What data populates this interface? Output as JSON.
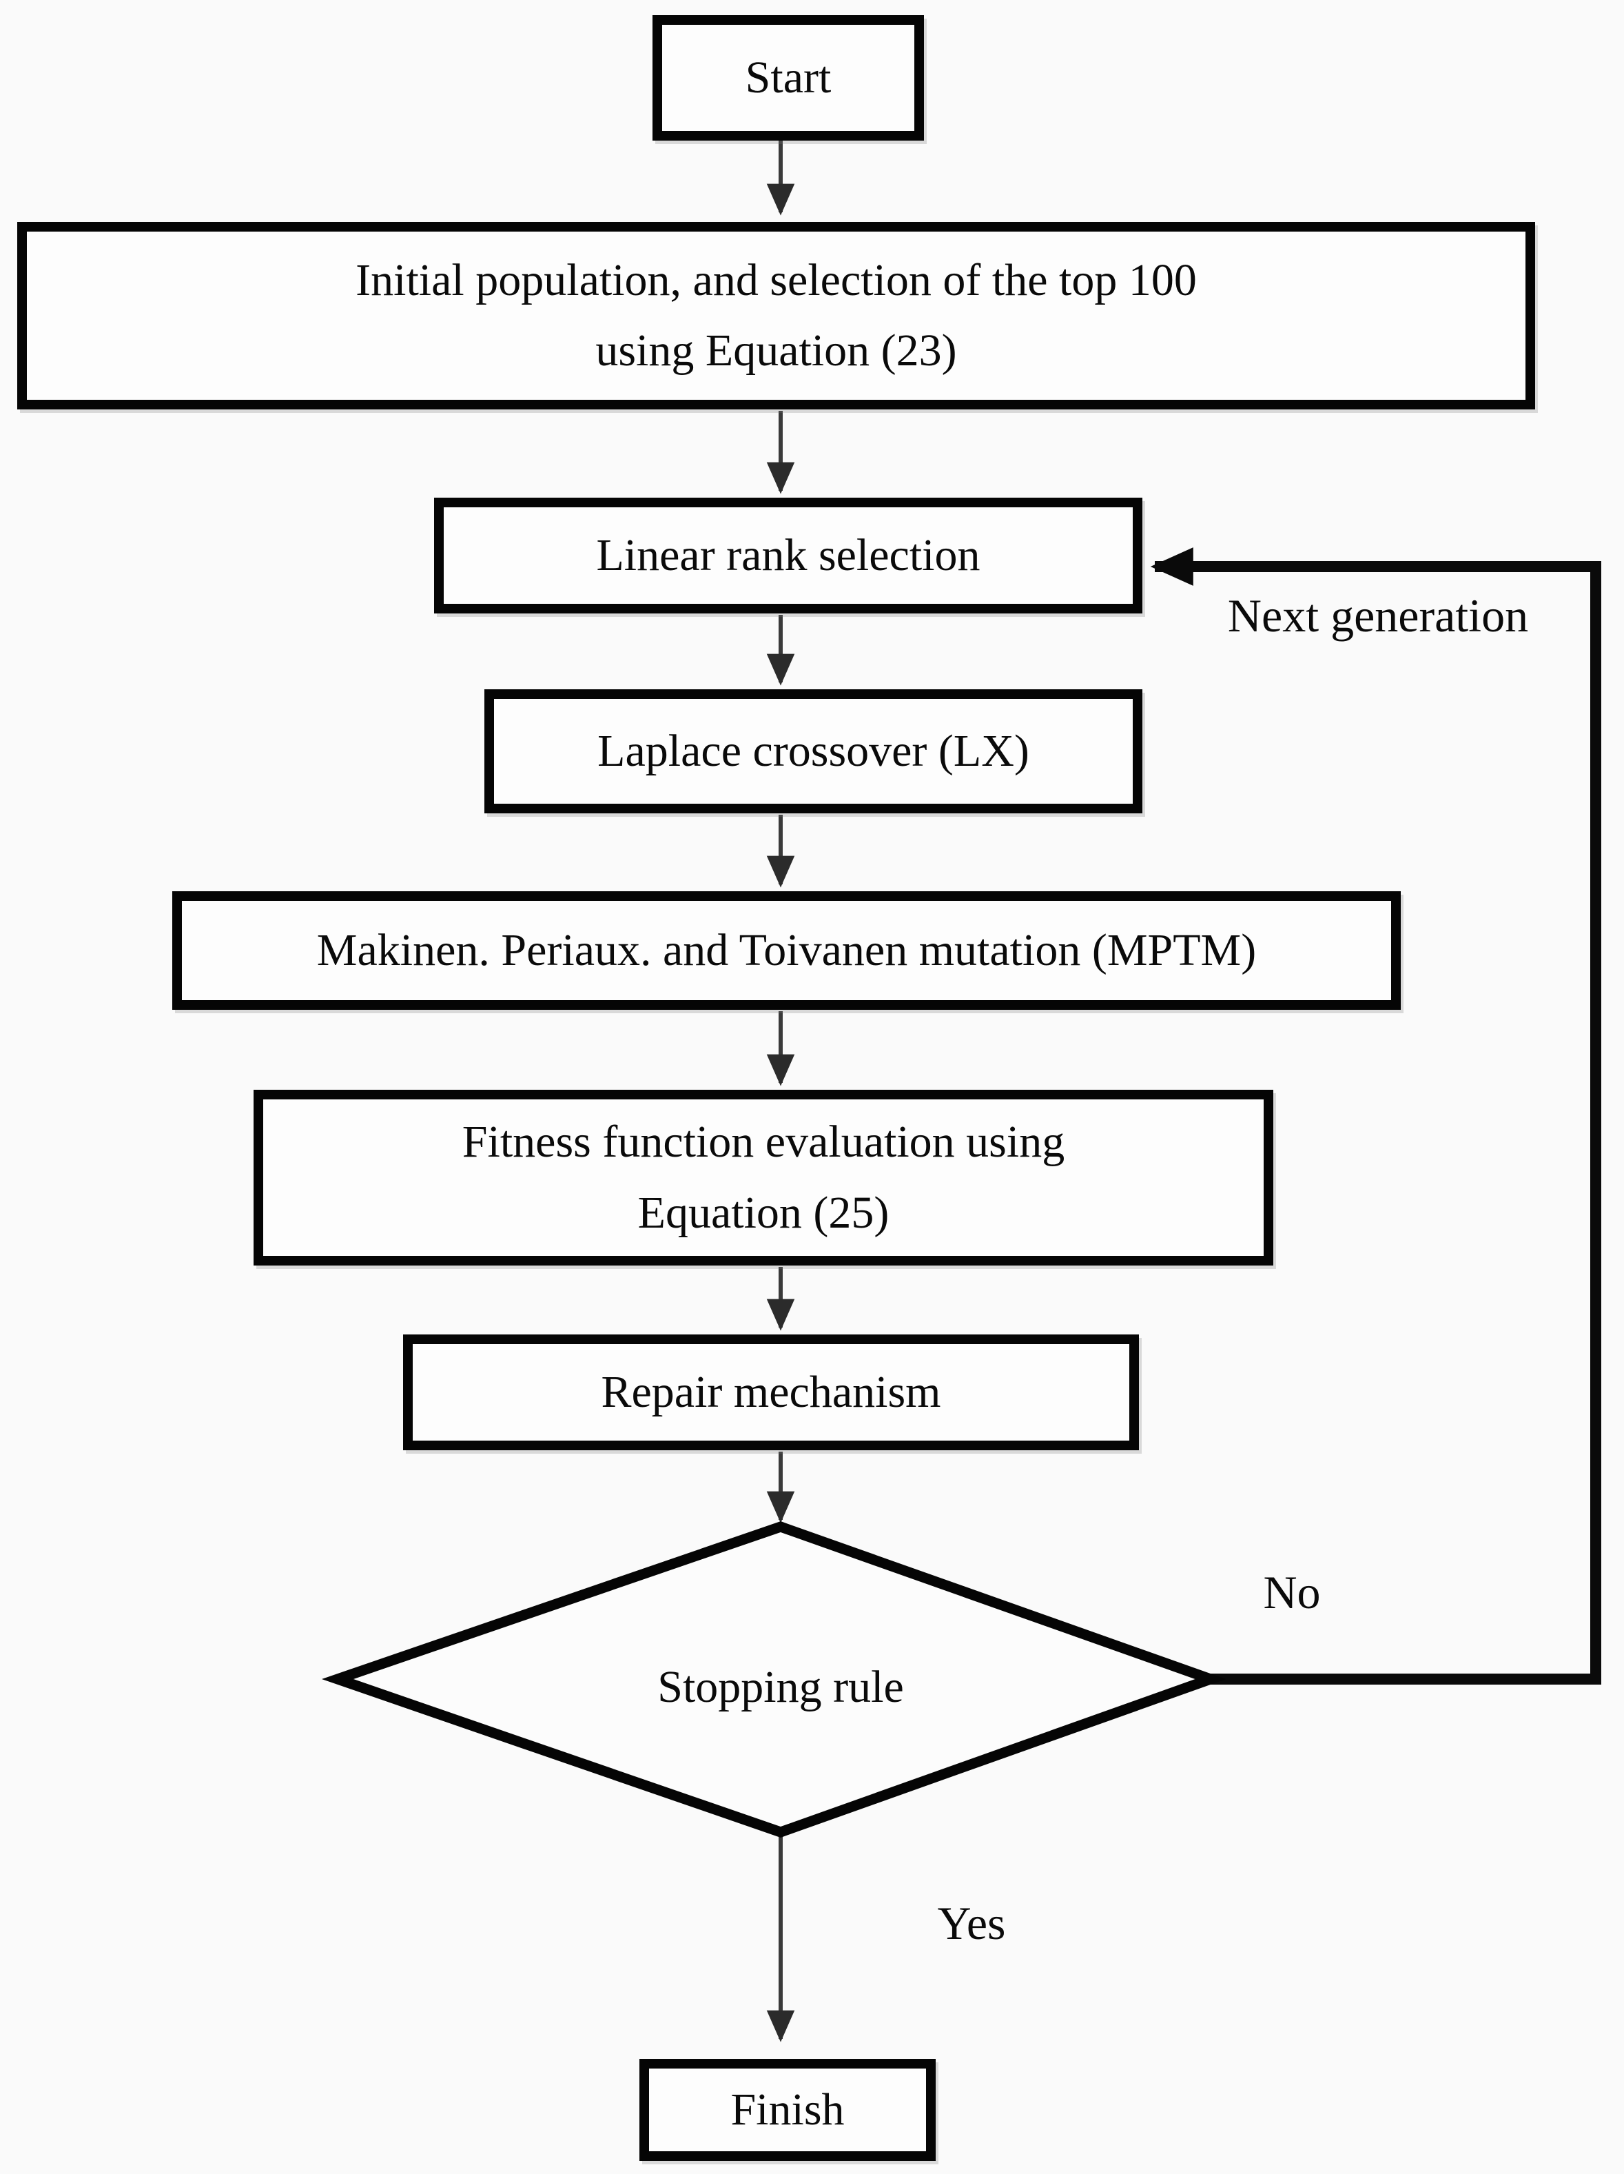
{
  "flowchart": {
    "nodes": {
      "start": {
        "label": "Start"
      },
      "initial_population": {
        "line1": "Initial population, and selection of the top 100",
        "line2": "using Equation (23)"
      },
      "linear_rank": {
        "label": "Linear rank selection"
      },
      "laplace_crossover": {
        "label": "Laplace crossover (LX)"
      },
      "mptm_mutation": {
        "label": "Makinen. Periaux. and Toivanen mutation (MPTM)"
      },
      "fitness_eval": {
        "line1": "Fitness function evaluation using",
        "line2": "Equation (25)"
      },
      "repair": {
        "label": "Repair mechanism"
      },
      "stopping_rule": {
        "label": "Stopping rule"
      },
      "finish": {
        "label": "Finish"
      }
    },
    "edge_labels": {
      "next_generation": "Next generation",
      "no": "No",
      "yes": "Yes"
    },
    "colors": {
      "background": "#fafafa",
      "node_fill": "#fdfdfd",
      "border": "#050505",
      "arrow_line": "#3a3a3a",
      "arrow_head": "#2b2b2b",
      "loop_line": "#0a0a0a"
    }
  }
}
